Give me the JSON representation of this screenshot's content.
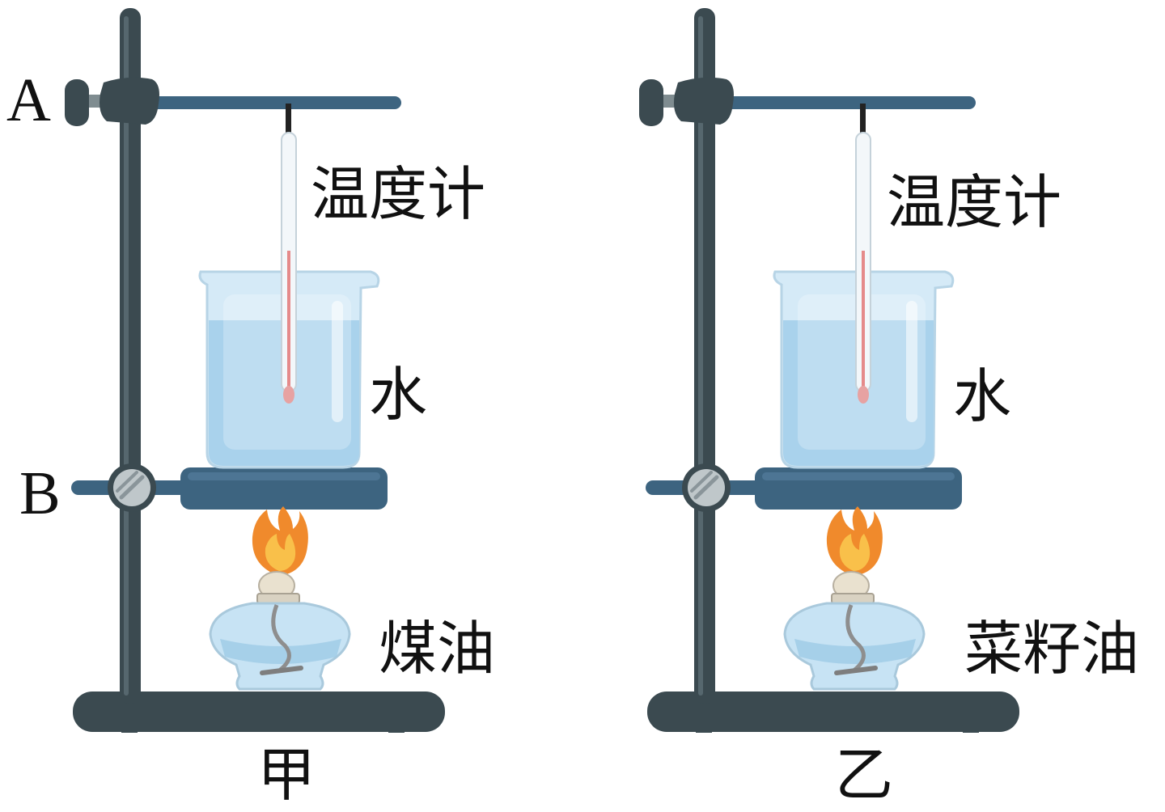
{
  "labels": {
    "point_a": "A",
    "point_b": "B",
    "left": {
      "thermometer": "温度计",
      "water": "水",
      "fuel": "煤油",
      "caption": "甲"
    },
    "right": {
      "thermometer": "温度计",
      "water": "水",
      "fuel": "菜籽油",
      "caption": "乙"
    }
  },
  "colors": {
    "stand": "#3b4a50",
    "ring_plate": "#3d6480",
    "water": "#a9d2ec",
    "beaker_glass": "#d5eaf7",
    "flame_outer": "#f08a2c",
    "flame_inner": "#f9c04a",
    "lamp_glass": "#c7e3f4"
  }
}
